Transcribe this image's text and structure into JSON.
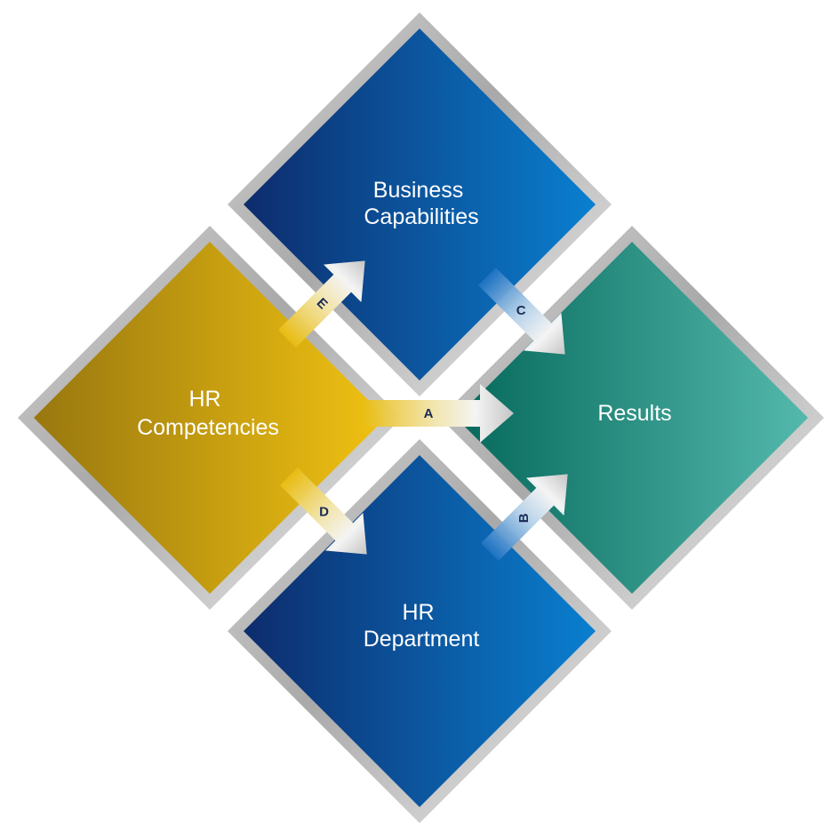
{
  "diagram": {
    "nodes": [
      {
        "id": "business",
        "lines": [
          "Business",
          "Capabilities"
        ],
        "color_dark": "#0d2c6c",
        "color_light": "#0a7fd0"
      },
      {
        "id": "hr_competencies",
        "lines": [
          "HR",
          "Competencies"
        ],
        "color_dark": "#98770f",
        "color_light": "#f1c212"
      },
      {
        "id": "results",
        "lines": [
          "Results"
        ],
        "color_dark": "#05685b",
        "color_light": "#54b9ad"
      },
      {
        "id": "hr_department",
        "lines": [
          "HR",
          "Department"
        ],
        "color_dark": "#0d2c6c",
        "color_light": "#0a7fd0"
      }
    ],
    "arrows": [
      {
        "id": "A",
        "label": "A",
        "from": "hr_competencies",
        "to": "results"
      },
      {
        "id": "B",
        "label": "B",
        "from": "hr_department",
        "to": "results"
      },
      {
        "id": "C",
        "label": "C",
        "from": "business",
        "to": "results"
      },
      {
        "id": "D",
        "label": "D",
        "from": "hr_competencies",
        "to": "hr_department"
      },
      {
        "id": "E",
        "label": "E",
        "from": "hr_competencies",
        "to": "business"
      }
    ]
  }
}
